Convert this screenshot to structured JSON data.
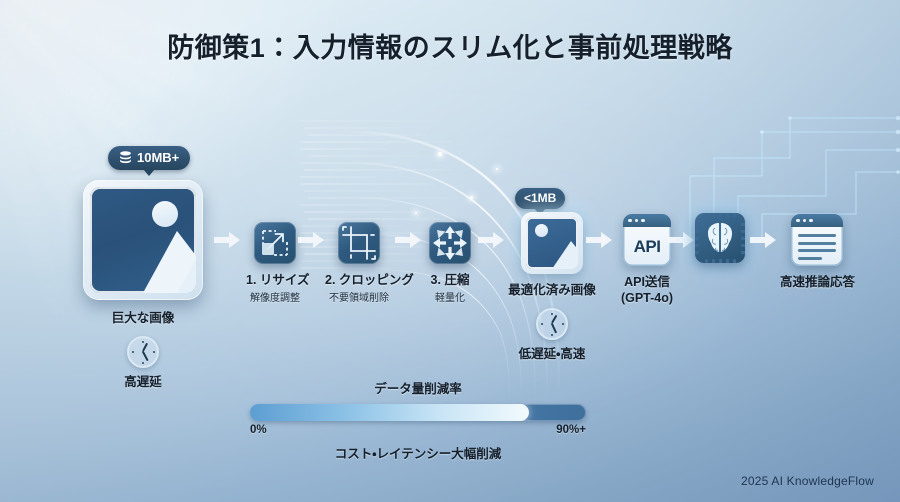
{
  "title": "防御策1：入力情報のスリム化と事前処理戦略",
  "footer": "2025 AI KnowledgeFlow",
  "source": {
    "badge_label": "10MB+",
    "badge_icon": "database-icon",
    "caption": "巨大な画像",
    "latency_icon": "clock-icon",
    "latency_label": "高遅延"
  },
  "steps": [
    {
      "label": "1. リサイズ",
      "sub": "解像度調整",
      "icon": "resize-icon"
    },
    {
      "label": "2. クロッピング",
      "sub": "不要領域削除",
      "icon": "crop-icon"
    },
    {
      "label": "3. 圧縮",
      "sub": "軽量化",
      "icon": "compress-icon"
    }
  ],
  "optimized": {
    "badge_label": "<1MB",
    "caption": "最適化済み画像",
    "latency_icon": "clock-icon",
    "latency_label": "低遅延・高速"
  },
  "api": {
    "icon_text": "API",
    "caption_line1": "API送信",
    "caption_line2": "(GPT-4o)"
  },
  "inference": {
    "icon": "brain-chip-icon"
  },
  "response": {
    "icon": "document-icon",
    "caption": "高速推論応答"
  },
  "progress": {
    "title": "データ量削減率",
    "min_label": "0%",
    "max_label": "90%+",
    "fill_percent": 83,
    "footnote": "コスト・レイテンシー大幅削減"
  },
  "colors": {
    "badge": "#27465f",
    "tile_dark": "#2f5a84",
    "text": "#15202c",
    "bar_fill_end": "#f2fafd"
  }
}
